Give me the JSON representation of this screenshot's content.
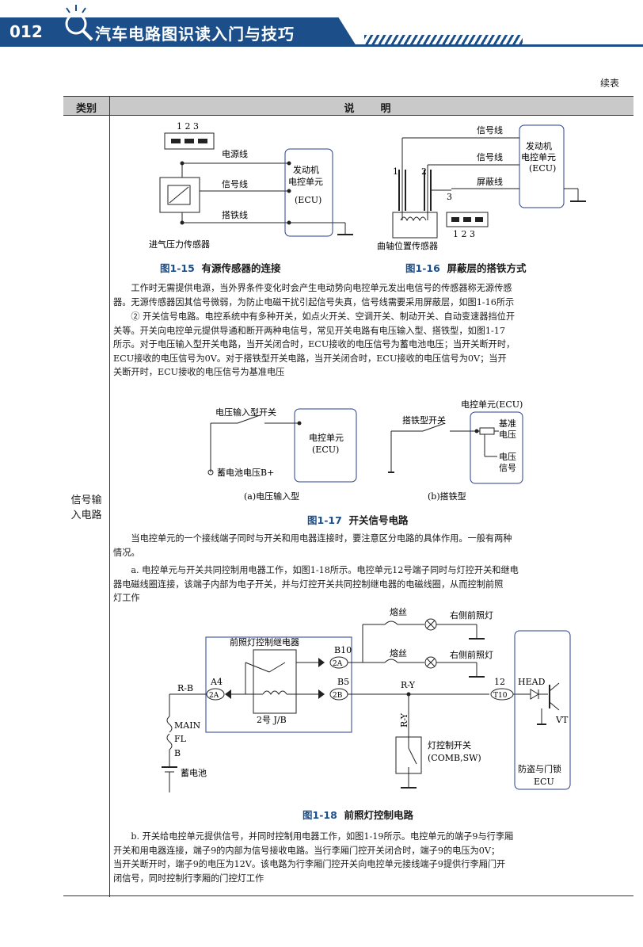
{
  "header": {
    "page_number": "012",
    "book_title": "汽车电路图识读入门与技巧"
  },
  "continued": "续表",
  "table": {
    "col_category": "类别",
    "col_description": "说　明",
    "category_line1": "信号输",
    "category_line2": "入电路"
  },
  "fig15": {
    "pins": "1  2  3",
    "power_wire": "电源线",
    "signal_wire": "信号线",
    "ground_wire": "搭铁线",
    "ecu_line1": "发动机",
    "ecu_line2": "电控单元",
    "ecu_line3": "(ECU)",
    "sensor": "进气压力传感器",
    "caption_num": "图1-15",
    "caption_text": "有源传感器的连接"
  },
  "fig16": {
    "signal_wire1": "信号线",
    "signal_wire2": "信号线",
    "shield_wire": "屏蔽线",
    "ecu_line1": "发动机",
    "ecu_line2": "电控单元",
    "ecu_line3": "(ECU)",
    "label1": "1",
    "label2": "2",
    "label3": "3",
    "pins": "1  2  3",
    "sensor": "曲轴位置传感器",
    "caption_num": "图1-16",
    "caption_text": "屏蔽层的搭铁方式"
  },
  "para1": [
    "工作时无需提供电源，当外界条件变化时会产生电动势向电控单元发出电信号的传感器称无源传感",
    "器。无源传感器因其信号微弱，为防止电磁干扰引起信号失真，信号线需要采用屏蔽层，如图1-16所示"
  ],
  "para2": [
    "② 开关信号电路。电控系统中有多种开关，如点火开关、空调开关、制动开关、自动变速器挡位开",
    "关等。开关向电控单元提供导通和断开两种电信号，常见开关电路有电压输入型、搭铁型，如图1-17",
    "所示。对于电压输入型开关电路，当开关闭合时，ECU接收的电压信号为蓄电池电压；当开关断开时，",
    "ECU接收的电压信号为0V。对于搭铁型开关电路，当开关闭合时，ECU接收的电压信号为0V；当开",
    "关断开时，ECU接收的电压信号为基准电压"
  ],
  "fig17": {
    "a_switch": "电压输入型开关",
    "a_ecu1": "电控单元",
    "a_ecu2": "(ECU)",
    "a_battery": "蓄电池电压B+",
    "a_sub": "(a)电压输入型",
    "b_title": "电控单元(ECU)",
    "b_switch": "搭铁型开关",
    "b_ref1": "基准",
    "b_ref2": "电压",
    "b_sig1": "电压",
    "b_sig2": "信号",
    "b_sub": "(b)搭铁型",
    "caption_num": "图1-17",
    "caption_text": "开关信号电路"
  },
  "para3": [
    "当电控单元的一个接线端子同时与开关和用电器连接时，要注意区分电路的具体作用。一般有两种",
    "情况。"
  ],
  "para4": [
    "a. 电控单元与开关共同控制用电器工作，如图1-18所示。电控单元12号端子同时与灯控开关和继电",
    "器电磁线圈连接，该端子内部为电子开关，并与灯控开关共同控制继电器的电磁线圈，从而控制前照",
    "灯工作"
  ],
  "fig18": {
    "fuse1": "熔丝",
    "fuse2": "熔丝",
    "lamp1": "右侧前照灯",
    "lamp2": "右侧前照灯",
    "relay": "前照灯控制继电器",
    "b10": "B10",
    "b10pin": "2A",
    "b5": "B5",
    "b5pin": "2B",
    "a4": "A4",
    "a4pin": "2A",
    "rb": "R-B",
    "ry": "R-Y",
    "ry_v": "R-Y",
    "jb": "2号 J/B",
    "main": "MAIN",
    "fl": "FL",
    "b": "B",
    "battery": "蓄电池",
    "switch1": "灯控制开关",
    "switch2": "(COMB,SW)",
    "t12": "12",
    "t10": "T10",
    "head": "HEAD",
    "vt": "VT",
    "ecu1": "防盗与门锁",
    "ecu2": "ECU",
    "caption_num": "图1-18",
    "caption_text": "前照灯控制电路"
  },
  "para5": [
    "b. 开关给电控单元提供信号，并同时控制用电器工作，如图1-19所示。电控单元的端子9与行李厢",
    "开关和用电器连接，端子9的内部为信号接收电路。当行李厢门控开关闭合时，端子9的电压为0V；",
    "当开关断开时，端子9的电压为12V。该电路为行李厢门控开关向电控单元接线端子9提供行李厢门开",
    "闭信号，同时控制行李厢的门控灯工作"
  ]
}
